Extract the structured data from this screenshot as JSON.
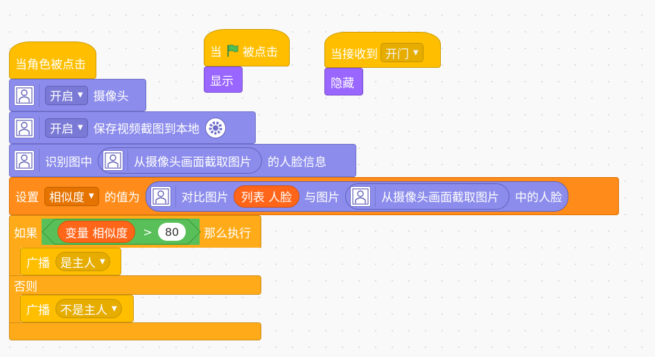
{
  "when_sprite_clicked": {
    "label": "当角色被点击"
  },
  "camera_block": {
    "dropdown": "开启",
    "label": "摄像头"
  },
  "save_block": {
    "dropdown": "开启",
    "label": "保存视频截图到本地"
  },
  "recognize_block": {
    "prefix": "识别图中",
    "reporter": "从摄像头画面截取图片",
    "suffix": "的人脸信息"
  },
  "set_block": {
    "label": "设置",
    "variable": "相似度",
    "mid": "的值为",
    "compare_label": "对比图片",
    "list_var": "列表 人脸",
    "with_label": "与图片",
    "reporter": "从摄像头画面截取图片",
    "suffix": "中的人脸"
  },
  "if_block": {
    "if_label": "如果",
    "condition_var": "变量 相似度",
    "operator": ">",
    "value": "80",
    "then_label": "那么执行",
    "else_label": "否则",
    "broadcast_label": "广播",
    "broadcast_yes": "是主人",
    "broadcast_no": "不是主人"
  },
  "flag_hat": {
    "prefix": "当",
    "suffix": "被点击"
  },
  "show_block": {
    "label": "显示"
  },
  "receive_hat": {
    "label": "当接收到",
    "message": "开门"
  },
  "hide_block": {
    "label": "隐藏"
  },
  "colors": {
    "events": "#FFBF00",
    "looks": "#9966FF",
    "extension": "#8C8CEC",
    "operators": "#FF8C1A",
    "control": "#FFAB19",
    "variable": "#FF661A",
    "flag": "#4CBF56"
  }
}
